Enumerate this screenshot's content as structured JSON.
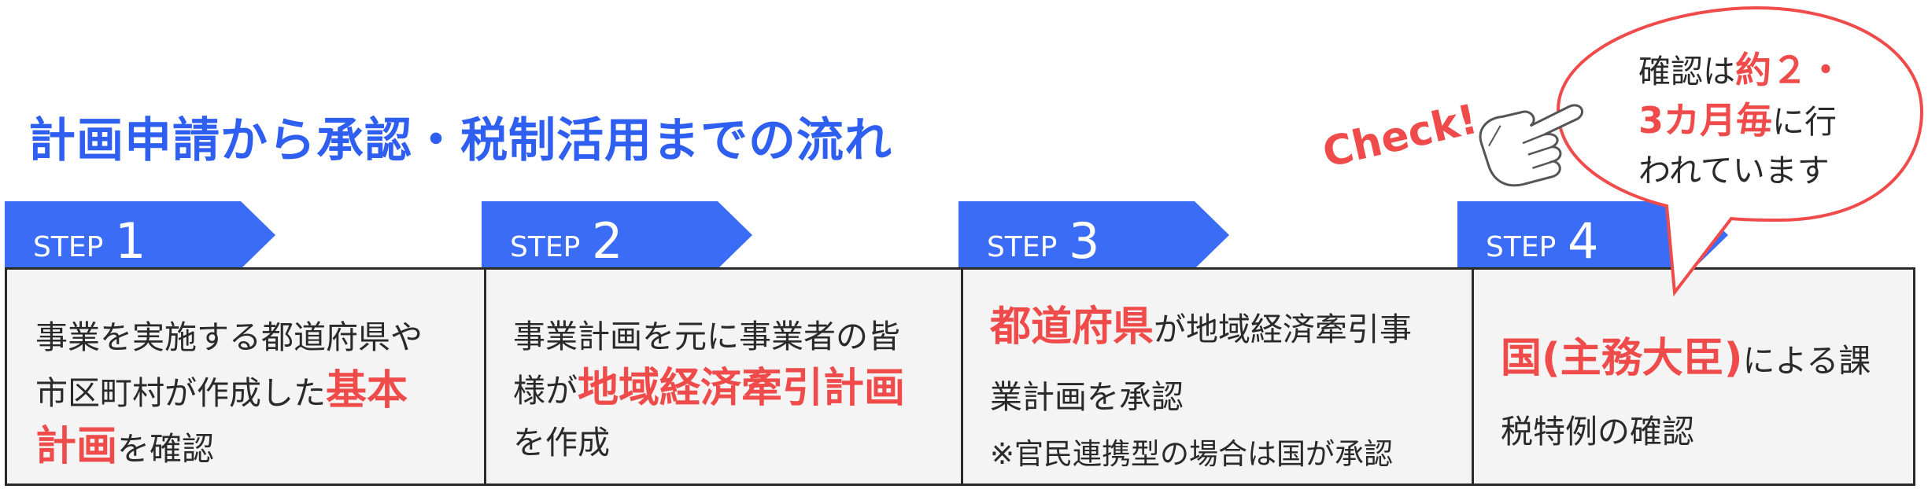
{
  "title": "計画申請から承認・税制活用までの流れ",
  "steps": [
    {
      "word": "STEP",
      "num": "1"
    },
    {
      "word": "STEP",
      "num": "2"
    },
    {
      "word": "STEP",
      "num": "3"
    },
    {
      "word": "STEP",
      "num": "4"
    }
  ],
  "box1": {
    "line1": "事業を実施する都道府県や",
    "line2a": "市区町村が作成した",
    "hl1": "基本",
    "hl2": "計画",
    "line3b": "を確認"
  },
  "box2": {
    "line1": "事業計画を元に事業者の皆",
    "line2a": "様が",
    "hl": "地域経済牽引計画",
    "line3": "を作成"
  },
  "box3": {
    "hl": "都道府県",
    "line1b": "が地域経済牽引事",
    "line2": "業計画を承認",
    "note": "※官民連携型の場合は国が承認"
  },
  "box4": {
    "hl": "国(主務大臣)",
    "line1b": "による課",
    "line2": "税特例の確認"
  },
  "bubble": {
    "line1a": "確認は",
    "line1b": "約２・",
    "line2a": "3カ月毎",
    "line2b": "に行",
    "line3": "われています"
  },
  "check_label": "Check!",
  "colors": {
    "title": "#2f5ff0",
    "step_tab": "#3b6cf6",
    "highlight": "#ef4b4b",
    "border": "#2a2a2a",
    "box_bg": "#f4f4f4"
  }
}
